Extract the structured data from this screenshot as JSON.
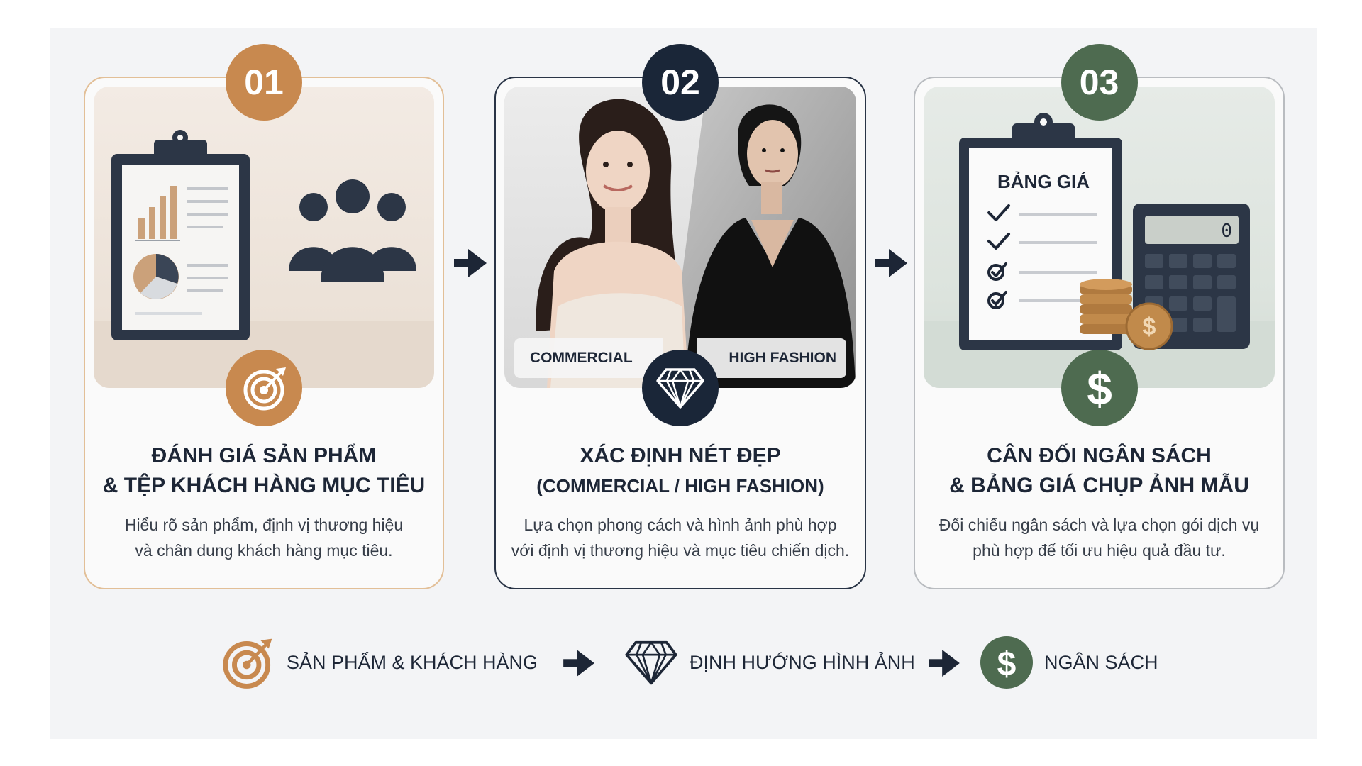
{
  "steps": [
    {
      "number": "01",
      "icon": "target-icon",
      "title_line1": "ĐÁNH GIÁ SẢN PHẨM",
      "title_line2": "& TỆP KHÁCH HÀNG MỤC TIÊU",
      "desc_line1": "Hiểu rõ sản phẩm, định vị thương hiệu",
      "desc_line2": "và chân dung khách hàng mục tiêu."
    },
    {
      "number": "02",
      "icon": "diamond-icon",
      "tag_left": "COMMERCIAL",
      "tag_right": "HIGH FASHION",
      "title_line1": "XÁC ĐỊNH NÉT ĐẸP",
      "title_line2": "(COMMERCIAL / HIGH FASHION)",
      "desc_line1": "Lựa chọn phong cách và hình ảnh phù hợp",
      "desc_line2": "với định vị thương hiệu và mục tiêu chiến dịch."
    },
    {
      "number": "03",
      "icon": "dollar-icon",
      "price_sheet_title": "BẢNG GIÁ",
      "calculator_display": "0",
      "title_line1": "CÂN ĐỐI NGÂN SÁCH",
      "title_line2": "& BẢNG GIÁ CHỤP ẢNH MẪU",
      "desc_line1": "Đối chiếu ngân sách và lựa chọn gói dịch vụ",
      "desc_line2": "phù hợp để tối ưu hiệu quả đầu tư."
    }
  ],
  "summary": [
    {
      "icon": "target-icon",
      "label": "SẢN PHẨM & KHÁCH HÀNG"
    },
    {
      "icon": "diamond-icon",
      "label": "ĐỊNH HƯỚNG HÌNH ẢNH"
    },
    {
      "icon": "dollar-icon",
      "label": "NGÂN SÁCH"
    }
  ],
  "colors": {
    "bronze": "#c8894f",
    "navy": "#1a2638",
    "green": "#4e6b50",
    "card1_border": "#e2bf97",
    "card2_border": "#293446",
    "card3_border": "#b9bcc0"
  }
}
